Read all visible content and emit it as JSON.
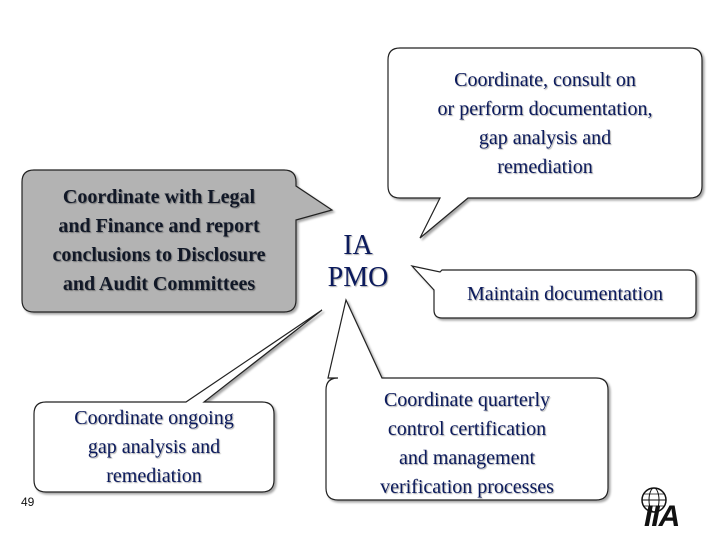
{
  "hub": {
    "label": "IA\nPMO"
  },
  "callouts": {
    "top_right": "Coordinate, consult on\nor perform documentation,\ngap analysis and\nremediation",
    "left": "Coordinate with Legal\nand Finance and report\nconclusions to Disclosure\nand Audit Committees",
    "right": "Maintain documentation",
    "bottom_left": "Coordinate ongoing\ngap analysis and\nremediation",
    "bottom_center": "Coordinate quarterly\ncontrol certification\nand management\nverification processes"
  },
  "footer": {
    "slide_number": "49",
    "logo_text": "IIA"
  },
  "colors": {
    "text": "#0b1a5c",
    "gray_callout": "#b3b3b3",
    "outline": "#222222"
  }
}
